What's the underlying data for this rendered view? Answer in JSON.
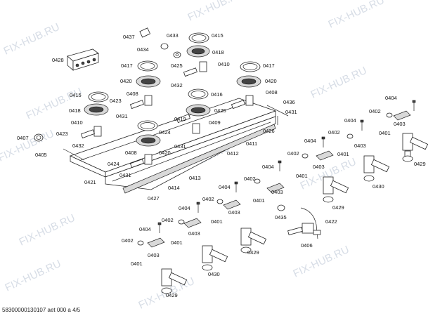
{
  "watermark": "FIX-HUB.RU",
  "footer": "58300000130107 aet 000 a 4/5",
  "labels": {
    "l0407": "0407",
    "l0405": "0405",
    "l0421": "0421",
    "l0427": "0427",
    "l0414": "0414",
    "l0413": "0413",
    "l0412": "0412",
    "l0411": "0411",
    "l0426": "0426",
    "l0431": "0431",
    "l0436": "0436",
    "l0408": "0408",
    "l0420": "0420",
    "l0417": "0417",
    "l0415": "0415",
    "l0418": "0418",
    "l0410": "0410",
    "l0425": "0425",
    "l0432": "0432",
    "l0433": "0433",
    "l0434": "0434",
    "l0437": "0437",
    "l0428": "0428",
    "l0416": "0416",
    "l0409": "0409",
    "l0419": "0419",
    "l0424": "0424",
    "l0423": "0423",
    "l0404": "0404",
    "l0402": "0402",
    "l0401": "0401",
    "l0403": "0403",
    "l0429": "0429",
    "l0430": "0430",
    "l0435": "0435",
    "l0406": "0406",
    "l0422": "0422"
  }
}
